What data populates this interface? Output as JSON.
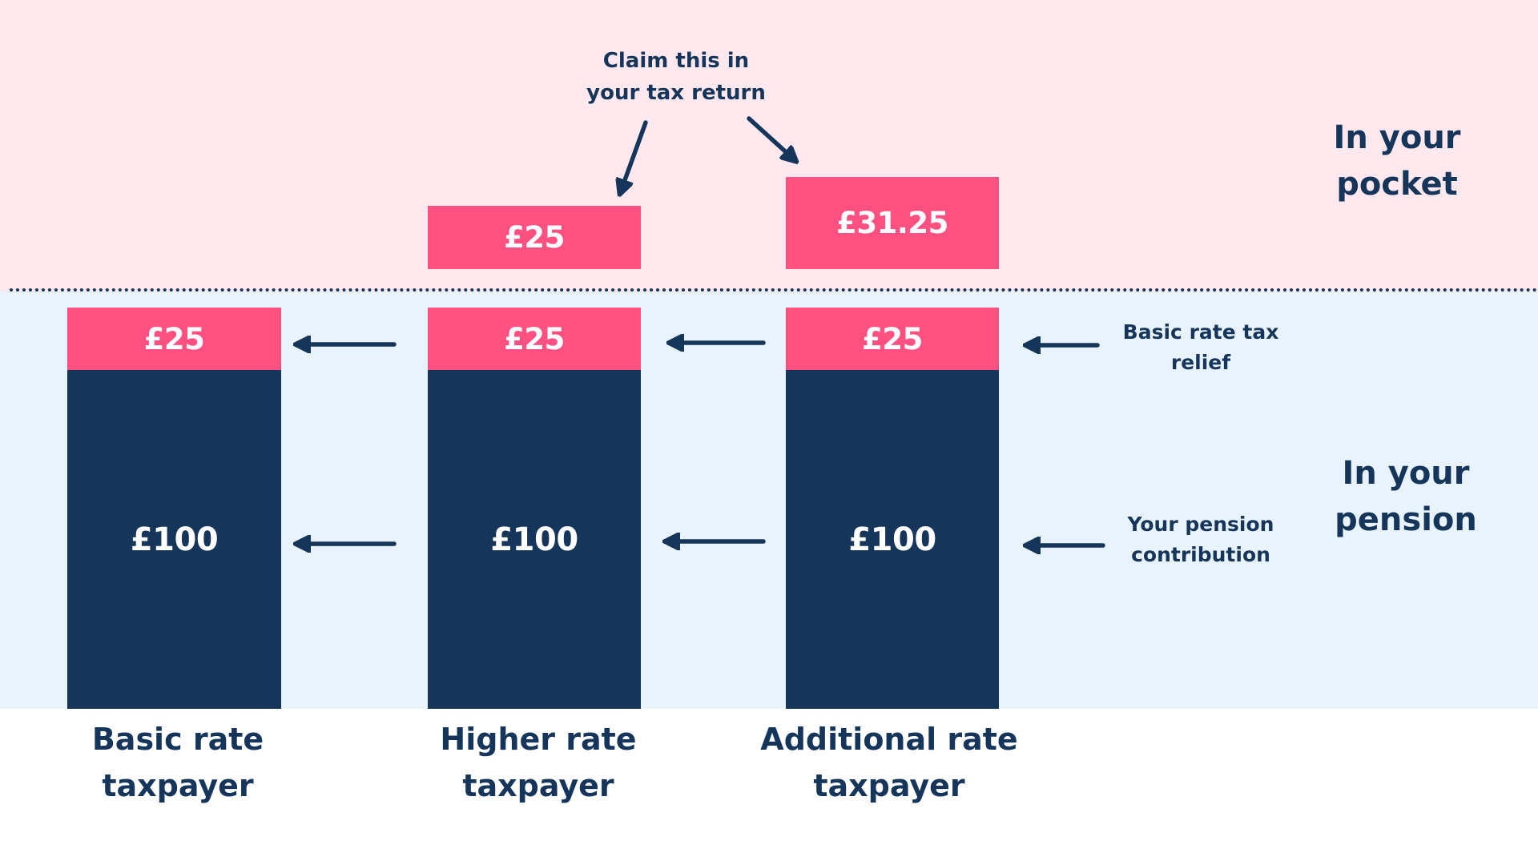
{
  "regions": {
    "pocket": {
      "label_line1": "In your",
      "label_line2": "pocket"
    },
    "pension": {
      "label_line1": "In your",
      "label_line2": "pension"
    }
  },
  "annotation": {
    "claim_line1": "Claim this in",
    "claim_line2": "your tax return"
  },
  "legend": {
    "relief_line1": "Basic rate tax",
    "relief_line2": "relief",
    "contribution_line1": "Your pension",
    "contribution_line2": "contribution"
  },
  "columns": [
    {
      "label_line1": "Basic rate",
      "label_line2": "taxpayer",
      "pocket_value": null,
      "relief_value": "£25",
      "contribution_value": "£100"
    },
    {
      "label_line1": "Higher rate",
      "label_line2": "taxpayer",
      "pocket_value": "£25",
      "relief_value": "£25",
      "contribution_value": "£100"
    },
    {
      "label_line1": "Additional rate",
      "label_line2": "taxpayer",
      "pocket_value": "£31.25",
      "relief_value": "£25",
      "contribution_value": "£100"
    }
  ],
  "colors": {
    "pocket_background": "#ffe8ee",
    "pension_background": "#e8f3fe",
    "accent_pink": "#ff5082",
    "navy": "#15355a"
  },
  "chart_data": {
    "type": "bar",
    "title": "",
    "categories": [
      "Basic rate taxpayer",
      "Higher rate taxpayer",
      "Additional rate taxpayer"
    ],
    "series": [
      {
        "name": "Your pension contribution",
        "region": "In your pension",
        "values": [
          100,
          100,
          100
        ]
      },
      {
        "name": "Basic rate tax relief",
        "region": "In your pension",
        "values": [
          25,
          25,
          25
        ]
      },
      {
        "name": "Claim this in your tax return",
        "region": "In your pocket",
        "values": [
          0,
          25,
          31.25
        ]
      }
    ],
    "stacked": true,
    "currency": "£",
    "annotations": [
      "Claim this in your tax return",
      "Basic rate tax relief",
      "Your pension contribution",
      "In your pocket",
      "In your pension"
    ]
  }
}
